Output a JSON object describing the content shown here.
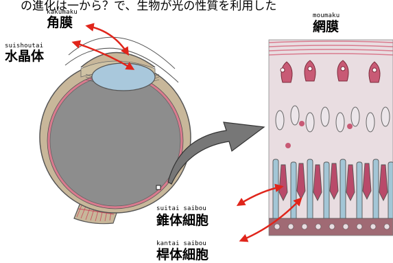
{
  "header_text": "の進化は一から？で、生物が光の性質を利用した",
  "labels": {
    "cornea": {
      "ruby": "kakumaku",
      "name": "角膜"
    },
    "lens": {
      "ruby": "suishoutai",
      "name": "水晶体"
    },
    "retina": {
      "ruby": "moumaku",
      "name": "網膜"
    },
    "cone": {
      "ruby": "suitai saibou",
      "name": "錐体細胞"
    },
    "rod": {
      "ruby": "kantai saibou",
      "name": "桿体細胞"
    }
  },
  "colors": {
    "arrow_red": "#e0251b",
    "eye_outer": "#c8b79a",
    "eye_inner_gray": "#8d8d8d",
    "retina_pink": "#d97b8e",
    "lens_blue": "#a9c8dc",
    "retina_bg": "#e9dde1",
    "cone_color": "#b94a6a",
    "rod_color": "#a3c6d6"
  },
  "icons": {
    "big_arrow": "curved-arrow-icon"
  }
}
